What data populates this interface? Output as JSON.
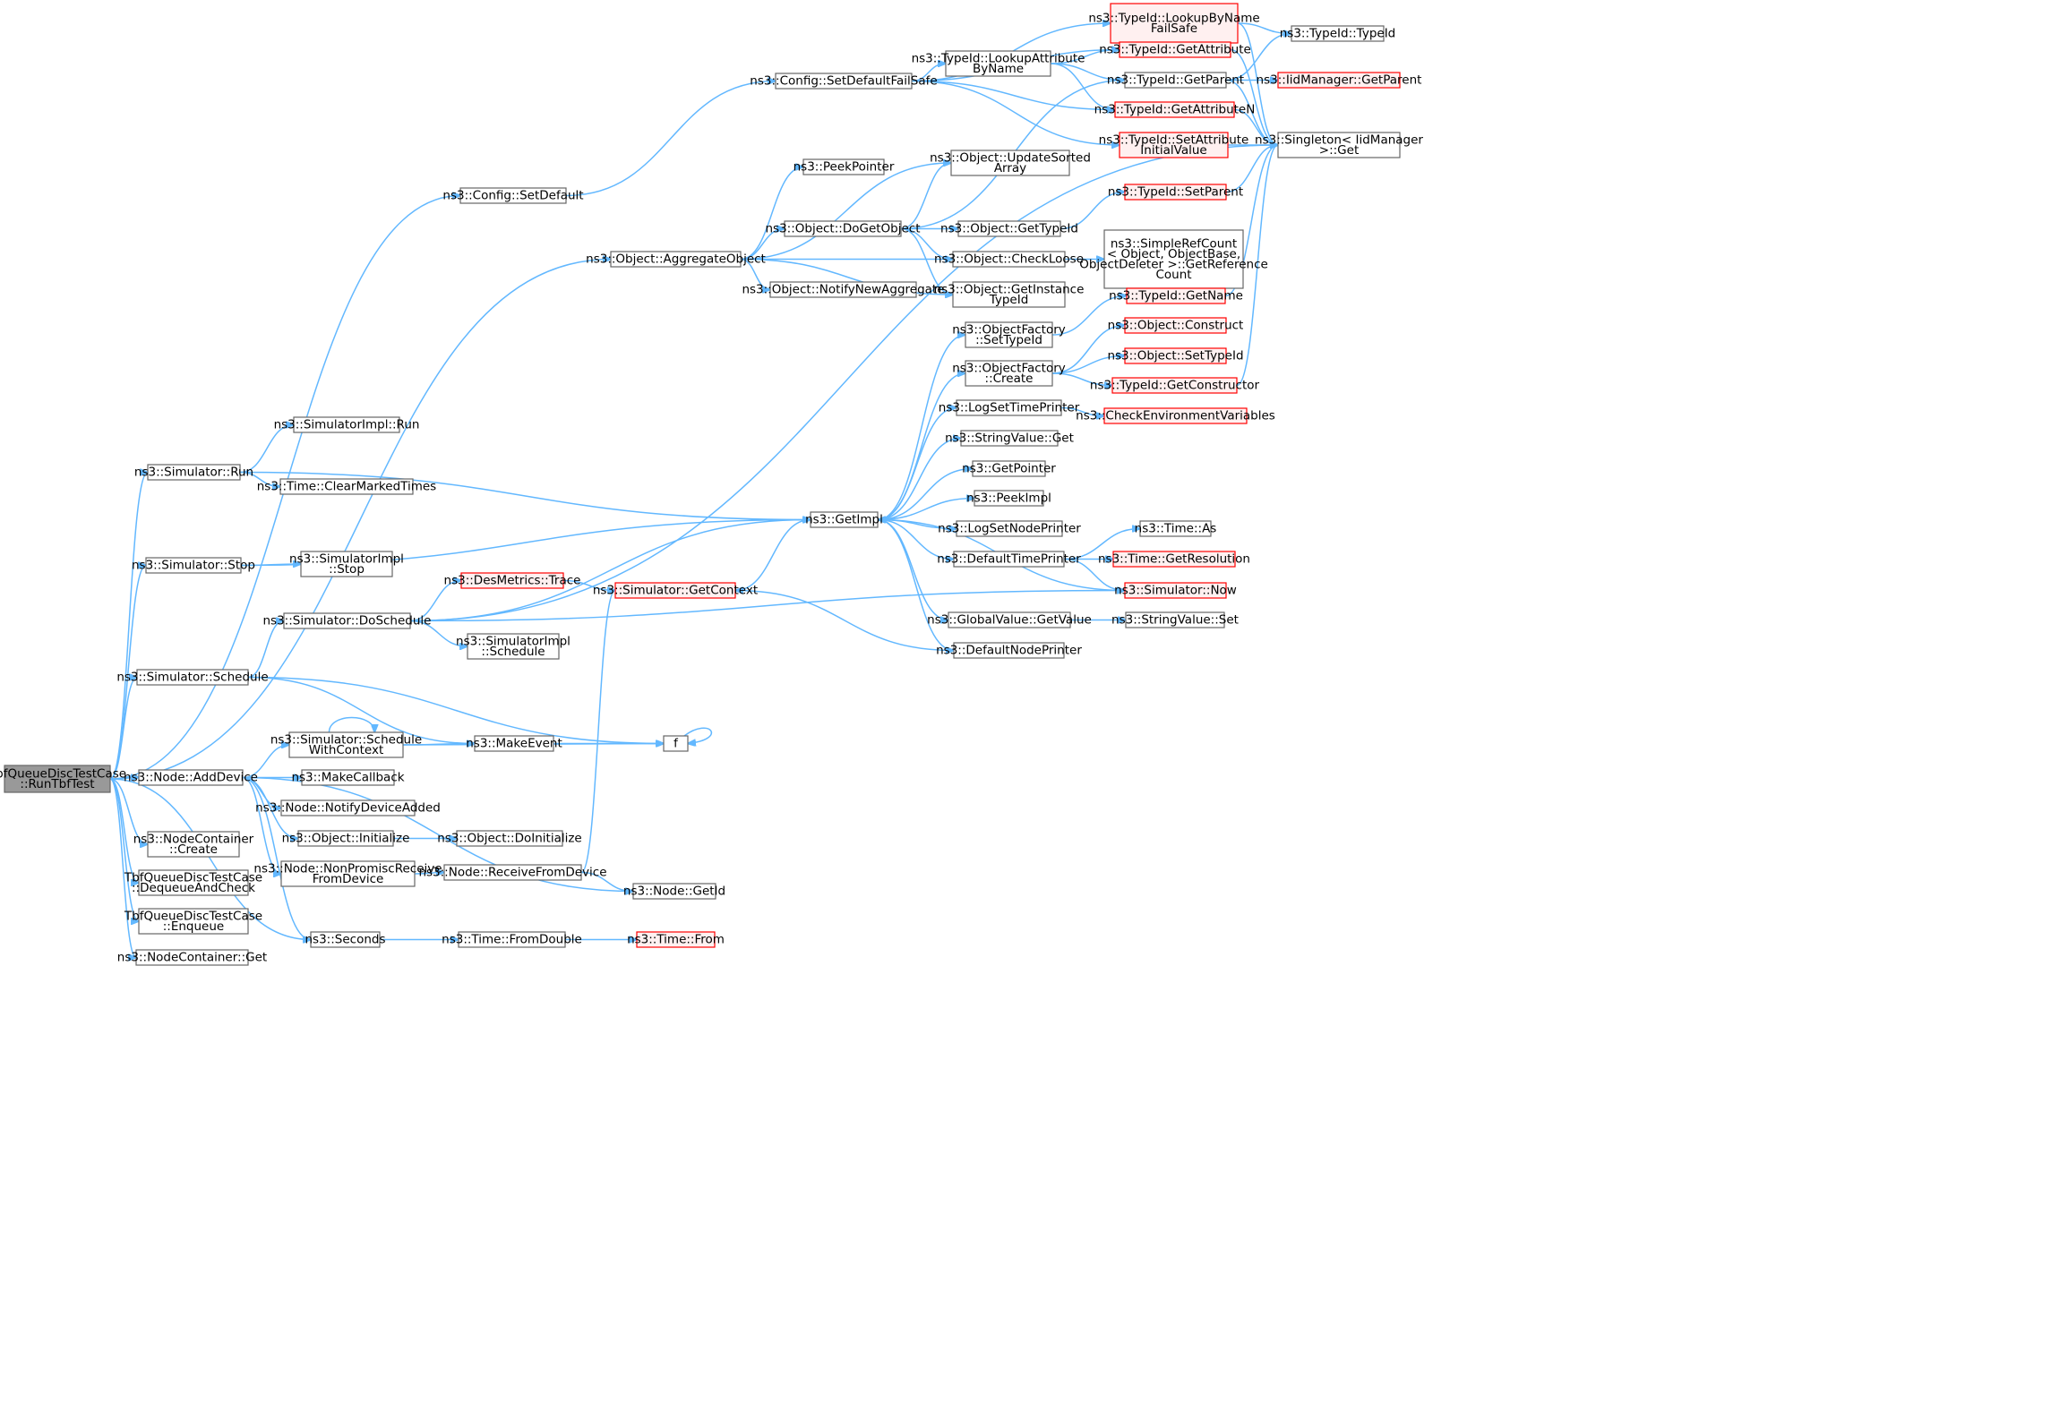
{
  "colors": {
    "edge": "#63b8ff",
    "node_fill": "#ffffff",
    "node_stroke": "#666666",
    "root_fill": "#999999",
    "truncated_fill": "#fff0f0",
    "truncated_stroke": "#ff0000"
  },
  "nodes": [
    {
      "id": "root",
      "label": [
        "TbfQueueDiscTestCase",
        "::RunTbfTest"
      ],
      "style": "root"
    },
    {
      "id": "cfgSetDefault",
      "label": [
        "ns3::Config::SetDefault"
      ],
      "style": "normal"
    },
    {
      "id": "cfgFailSafe",
      "label": [
        "ns3::Config::SetDefaultFailSafe"
      ],
      "style": "normal"
    },
    {
      "id": "lookupByName",
      "label": [
        "ns3::TypeId::LookupByName",
        "FailSafe"
      ],
      "style": "truncated"
    },
    {
      "id": "typeIdCtor",
      "label": [
        "ns3::TypeId::TypeId"
      ],
      "style": "normal"
    },
    {
      "id": "getAttribute",
      "label": [
        "ns3::TypeId::GetAttribute"
      ],
      "style": "truncated"
    },
    {
      "id": "lookupAttr",
      "label": [
        "ns3::TypeId::LookupAttribute",
        "ByName"
      ],
      "style": "normal"
    },
    {
      "id": "getParent",
      "label": [
        "ns3::TypeId::GetParent"
      ],
      "style": "normal"
    },
    {
      "id": "iidGetParent",
      "label": [
        "ns3::IidManager::GetParent"
      ],
      "style": "truncated"
    },
    {
      "id": "getAttributeN",
      "label": [
        "ns3::TypeId::GetAttributeN"
      ],
      "style": "truncated"
    },
    {
      "id": "setAttrInit",
      "label": [
        "ns3::TypeId::SetAttribute",
        "InitialValue"
      ],
      "style": "truncated"
    },
    {
      "id": "singletonGet",
      "label": [
        "ns3::Singleton< IidManager",
        " >::Get"
      ],
      "style": "normal"
    },
    {
      "id": "peekPointer",
      "label": [
        "ns3::PeekPointer"
      ],
      "style": "normal"
    },
    {
      "id": "updateSorted",
      "label": [
        "ns3::Object::UpdateSorted",
        "Array"
      ],
      "style": "normal"
    },
    {
      "id": "setParent",
      "label": [
        "ns3::TypeId::SetParent"
      ],
      "style": "truncated"
    },
    {
      "id": "doGetObject",
      "label": [
        "ns3::Object::DoGetObject"
      ],
      "style": "normal"
    },
    {
      "id": "getTypeId",
      "label": [
        "ns3::Object::GetTypeId"
      ],
      "style": "normal"
    },
    {
      "id": "aggregate",
      "label": [
        "ns3::Object::AggregateObject"
      ],
      "style": "normal"
    },
    {
      "id": "checkLoose",
      "label": [
        "ns3::Object::CheckLoose"
      ],
      "style": "normal"
    },
    {
      "id": "simpleRef",
      "label": [
        "ns3::SimpleRefCount",
        "< Object, ObjectBase,",
        " ObjectDeleter >::GetReference",
        "Count"
      ],
      "style": "normal"
    },
    {
      "id": "notifyNewAgg",
      "label": [
        "ns3::Object::NotifyNewAggregate"
      ],
      "style": "normal"
    },
    {
      "id": "getInstanceTypeId",
      "label": [
        "ns3::Object::GetInstance",
        "TypeId"
      ],
      "style": "normal"
    },
    {
      "id": "getName",
      "label": [
        "ns3::TypeId::GetName"
      ],
      "style": "truncated"
    },
    {
      "id": "ofSetTypeId",
      "label": [
        "ns3::ObjectFactory",
        "::SetTypeId"
      ],
      "style": "normal"
    },
    {
      "id": "construct",
      "label": [
        "ns3::Object::Construct"
      ],
      "style": "truncated"
    },
    {
      "id": "ofCreate",
      "label": [
        "ns3::ObjectFactory",
        "::Create"
      ],
      "style": "normal"
    },
    {
      "id": "objSetTypeId",
      "label": [
        "ns3::Object::SetTypeId"
      ],
      "style": "truncated"
    },
    {
      "id": "getConstructor",
      "label": [
        "ns3::TypeId::GetConstructor"
      ],
      "style": "truncated"
    },
    {
      "id": "logSetTimePrinter",
      "label": [
        "ns3::LogSetTimePrinter"
      ],
      "style": "normal"
    },
    {
      "id": "checkEnv",
      "label": [
        "ns3::CheckEnvironmentVariables"
      ],
      "style": "truncated"
    },
    {
      "id": "implRun",
      "label": [
        "ns3::SimulatorImpl::Run"
      ],
      "style": "normal"
    },
    {
      "id": "strGet",
      "label": [
        "ns3::StringValue::Get"
      ],
      "style": "normal"
    },
    {
      "id": "simRun",
      "label": [
        "ns3::Simulator::Run"
      ],
      "style": "normal"
    },
    {
      "id": "clearMarked",
      "label": [
        "ns3::Time::ClearMarkedTimes"
      ],
      "style": "normal"
    },
    {
      "id": "getPointer",
      "label": [
        "ns3::GetPointer"
      ],
      "style": "normal"
    },
    {
      "id": "peekImpl",
      "label": [
        "ns3::PeekImpl"
      ],
      "style": "normal"
    },
    {
      "id": "getImpl",
      "label": [
        "ns3::GetImpl"
      ],
      "style": "normal"
    },
    {
      "id": "logSetNodePrinter",
      "label": [
        "ns3::LogSetNodePrinter"
      ],
      "style": "normal"
    },
    {
      "id": "timeAs",
      "label": [
        "ns3::Time::As"
      ],
      "style": "normal"
    },
    {
      "id": "defaultTimePrinter",
      "label": [
        "ns3::DefaultTimePrinter"
      ],
      "style": "normal"
    },
    {
      "id": "getResolution",
      "label": [
        "ns3::Time::GetResolution"
      ],
      "style": "truncated"
    },
    {
      "id": "simStop",
      "label": [
        "ns3::Simulator::Stop"
      ],
      "style": "normal"
    },
    {
      "id": "implStop",
      "label": [
        "ns3::SimulatorImpl",
        "::Stop"
      ],
      "style": "normal"
    },
    {
      "id": "desTrace",
      "label": [
        "ns3::DesMetrics::Trace"
      ],
      "style": "truncated"
    },
    {
      "id": "simNow",
      "label": [
        "ns3::Simulator::Now"
      ],
      "style": "truncated"
    },
    {
      "id": "getContext",
      "label": [
        "ns3::Simulator::GetContext"
      ],
      "style": "truncated"
    },
    {
      "id": "doSchedule",
      "label": [
        "ns3::Simulator::DoSchedule"
      ],
      "style": "normal"
    },
    {
      "id": "gvGetValue",
      "label": [
        "ns3::GlobalValue::GetValue"
      ],
      "style": "normal"
    },
    {
      "id": "strSet",
      "label": [
        "ns3::StringValue::Set"
      ],
      "style": "normal"
    },
    {
      "id": "implSchedule",
      "label": [
        "ns3::SimulatorImpl",
        "::Schedule"
      ],
      "style": "normal"
    },
    {
      "id": "defaultNodePrinter",
      "label": [
        "ns3::DefaultNodePrinter"
      ],
      "style": "normal"
    },
    {
      "id": "simSchedule",
      "label": [
        "ns3::Simulator::Schedule"
      ],
      "style": "normal"
    },
    {
      "id": "schedCtx",
      "label": [
        "ns3::Simulator::Schedule",
        "WithContext"
      ],
      "style": "normal"
    },
    {
      "id": "makeEvent",
      "label": [
        "ns3::MakeEvent"
      ],
      "style": "normal"
    },
    {
      "id": "f",
      "label": [
        "f"
      ],
      "style": "normal"
    },
    {
      "id": "addDevice",
      "label": [
        "ns3::Node::AddDevice"
      ],
      "style": "normal"
    },
    {
      "id": "makeCallback",
      "label": [
        "ns3::MakeCallback"
      ],
      "style": "normal"
    },
    {
      "id": "notifyDevAdded",
      "label": [
        "ns3::Node::NotifyDeviceAdded"
      ],
      "style": "normal"
    },
    {
      "id": "ncCreate",
      "label": [
        "ns3::NodeContainer",
        "::Create"
      ],
      "style": "normal"
    },
    {
      "id": "objInit",
      "label": [
        "ns3::Object::Initialize"
      ],
      "style": "normal"
    },
    {
      "id": "doInit",
      "label": [
        "ns3::Object::DoInitialize"
      ],
      "style": "normal"
    },
    {
      "id": "dequeueCheck",
      "label": [
        "TbfQueueDiscTestCase",
        "::DequeueAndCheck"
      ],
      "style": "normal"
    },
    {
      "id": "nonPromisc",
      "label": [
        "ns3::Node::NonPromiscReceive",
        "FromDevice"
      ],
      "style": "normal"
    },
    {
      "id": "recvFromDev",
      "label": [
        "ns3::Node::ReceiveFromDevice"
      ],
      "style": "normal"
    },
    {
      "id": "nodeGetId",
      "label": [
        "ns3::Node::GetId"
      ],
      "style": "normal"
    },
    {
      "id": "enqueue",
      "label": [
        "TbfQueueDiscTestCase",
        "::Enqueue"
      ],
      "style": "normal"
    },
    {
      "id": "seconds",
      "label": [
        "ns3::Seconds"
      ],
      "style": "normal"
    },
    {
      "id": "fromDouble",
      "label": [
        "ns3::Time::FromDouble"
      ],
      "style": "normal"
    },
    {
      "id": "timeFrom",
      "label": [
        "ns3::Time::From"
      ],
      "style": "truncated"
    },
    {
      "id": "ncGet",
      "label": [
        "ns3::NodeContainer::Get"
      ],
      "style": "normal"
    }
  ],
  "edges": [
    [
      "root",
      "cfgSetDefault"
    ],
    [
      "root",
      "aggregate"
    ],
    [
      "root",
      "simRun"
    ],
    [
      "root",
      "simStop"
    ],
    [
      "root",
      "simSchedule"
    ],
    [
      "root",
      "addDevice"
    ],
    [
      "root",
      "ncCreate"
    ],
    [
      "root",
      "dequeueCheck"
    ],
    [
      "root",
      "enqueue"
    ],
    [
      "root",
      "ncGet"
    ],
    [
      "root",
      "seconds"
    ],
    [
      "cfgSetDefault",
      "cfgFailSafe"
    ],
    [
      "cfgFailSafe",
      "lookupByName"
    ],
    [
      "cfgFailSafe",
      "getAttribute"
    ],
    [
      "cfgFailSafe",
      "lookupAttr"
    ],
    [
      "cfgFailSafe",
      "getAttributeN"
    ],
    [
      "cfgFailSafe",
      "setAttrInit"
    ],
    [
      "lookupByName",
      "typeIdCtor"
    ],
    [
      "lookupByName",
      "singletonGet"
    ],
    [
      "getAttribute",
      "singletonGet"
    ],
    [
      "lookupAttr",
      "getAttribute"
    ],
    [
      "lookupAttr",
      "getParent"
    ],
    [
      "lookupAttr",
      "getAttributeN"
    ],
    [
      "getParent",
      "typeIdCtor"
    ],
    [
      "getParent",
      "iidGetParent"
    ],
    [
      "getParent",
      "singletonGet"
    ],
    [
      "getAttributeN",
      "singletonGet"
    ],
    [
      "setAttrInit",
      "singletonGet"
    ],
    [
      "aggregate",
      "peekPointer"
    ],
    [
      "aggregate",
      "updateSorted"
    ],
    [
      "aggregate",
      "doGetObject"
    ],
    [
      "aggregate",
      "checkLoose"
    ],
    [
      "aggregate",
      "notifyNewAgg"
    ],
    [
      "aggregate",
      "getInstanceTypeId"
    ],
    [
      "doGetObject",
      "updateSorted"
    ],
    [
      "doGetObject",
      "getParent"
    ],
    [
      "doGetObject",
      "getTypeId"
    ],
    [
      "doGetObject",
      "checkLoose"
    ],
    [
      "doGetObject",
      "getInstanceTypeId"
    ],
    [
      "getTypeId",
      "setParent"
    ],
    [
      "setParent",
      "singletonGet"
    ],
    [
      "checkLoose",
      "simpleRef"
    ],
    [
      "simRun",
      "implRun"
    ],
    [
      "simRun",
      "clearMarked"
    ],
    [
      "simRun",
      "getImpl"
    ],
    [
      "simStop",
      "getImpl"
    ],
    [
      "simStop",
      "implStop"
    ],
    [
      "getImpl",
      "ofSetTypeId"
    ],
    [
      "getImpl",
      "ofCreate"
    ],
    [
      "getImpl",
      "logSetTimePrinter"
    ],
    [
      "getImpl",
      "strGet"
    ],
    [
      "getImpl",
      "getPointer"
    ],
    [
      "getImpl",
      "peekImpl"
    ],
    [
      "getImpl",
      "logSetNodePrinter"
    ],
    [
      "getImpl",
      "defaultTimePrinter"
    ],
    [
      "getImpl",
      "gvGetValue"
    ],
    [
      "getImpl",
      "defaultNodePrinter"
    ],
    [
      "ofSetTypeId",
      "getName"
    ],
    [
      "getName",
      "singletonGet"
    ],
    [
      "ofCreate",
      "construct"
    ],
    [
      "ofCreate",
      "objSetTypeId"
    ],
    [
      "ofCreate",
      "getConstructor"
    ],
    [
      "getConstructor",
      "singletonGet"
    ],
    [
      "logSetTimePrinter",
      "checkEnv"
    ],
    [
      "defaultTimePrinter",
      "timeAs"
    ],
    [
      "defaultTimePrinter",
      "getResolution"
    ],
    [
      "defaultTimePrinter",
      "simNow"
    ],
    [
      "simNow",
      "getImpl"
    ],
    [
      "gvGetValue",
      "strSet"
    ],
    [
      "defaultNodePrinter",
      "getContext"
    ],
    [
      "getContext",
      "getImpl"
    ],
    [
      "simSchedule",
      "doSchedule"
    ],
    [
      "simSchedule",
      "makeEvent"
    ],
    [
      "simSchedule",
      "f"
    ],
    [
      "doSchedule",
      "getImpl"
    ],
    [
      "doSchedule",
      "desTrace"
    ],
    [
      "doSchedule",
      "implSchedule"
    ],
    [
      "doSchedule",
      "simNow"
    ],
    [
      "doSchedule",
      "singletonGet"
    ],
    [
      "desTrace",
      "getContext"
    ],
    [
      "schedCtx",
      "schedCtx"
    ],
    [
      "schedCtx",
      "makeEvent"
    ],
    [
      "schedCtx",
      "f"
    ],
    [
      "makeEvent",
      "f"
    ],
    [
      "f",
      "f"
    ],
    [
      "addDevice",
      "schedCtx"
    ],
    [
      "addDevice",
      "makeCallback"
    ],
    [
      "addDevice",
      "notifyDevAdded"
    ],
    [
      "addDevice",
      "objInit"
    ],
    [
      "addDevice",
      "nonPromisc"
    ],
    [
      "addDevice",
      "nodeGetId"
    ],
    [
      "addDevice",
      "seconds"
    ],
    [
      "objInit",
      "doInit"
    ],
    [
      "nonPromisc",
      "recvFromDev"
    ],
    [
      "recvFromDev",
      "getContext"
    ],
    [
      "recvFromDev",
      "nodeGetId"
    ],
    [
      "seconds",
      "fromDouble"
    ],
    [
      "fromDouble",
      "timeFrom"
    ]
  ]
}
